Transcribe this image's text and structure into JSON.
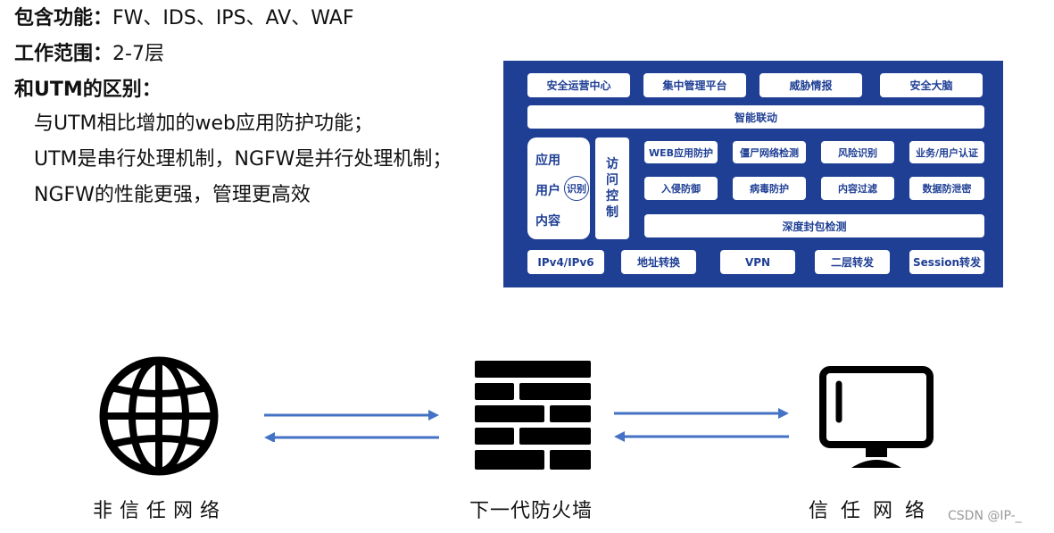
{
  "info": {
    "features_label": "包含功能：",
    "features_value": "FW、IDS、IPS、AV、WAF",
    "scope_label": "工作范围：",
    "scope_value": "2-7层",
    "diff_label": "和UTM的区别：",
    "diff_points": [
      "与UTM相比增加的web应用防护功能；",
      "UTM是串行处理机制，NGFW是并行处理机制；",
      "NGFW的性能更强，管理更高效"
    ]
  },
  "architecture": {
    "top_row": [
      "安全运营中心",
      "集中管理平台",
      "威胁情报",
      "安全大脑"
    ],
    "linkage": "智能联动",
    "app_labels": [
      "应用",
      "用户",
      "内容"
    ],
    "recognition": "识别",
    "access_control": [
      "访",
      "问",
      "控",
      "制"
    ],
    "modules_row1": [
      "WEB应用防护",
      "僵尸网络检测",
      "风险识别",
      "业务/用户认证"
    ],
    "modules_row2": [
      "入侵防御",
      "病毒防护",
      "内容过滤",
      "数据防泄密"
    ],
    "dpi": "深度封包检测",
    "bottom_row": [
      "IPv4/IPv6",
      "地址转换",
      "VPN",
      "二层转发",
      "Session转发"
    ]
  },
  "diagram": {
    "untrusted": "非信任网络",
    "firewall": "下一代防火墙",
    "trusted": "信任网络",
    "arrow_color": "#4472c4"
  },
  "watermark": "CSDN @IP-_",
  "colors": {
    "panel": "#1f3f95",
    "pill": "#ffffff"
  }
}
